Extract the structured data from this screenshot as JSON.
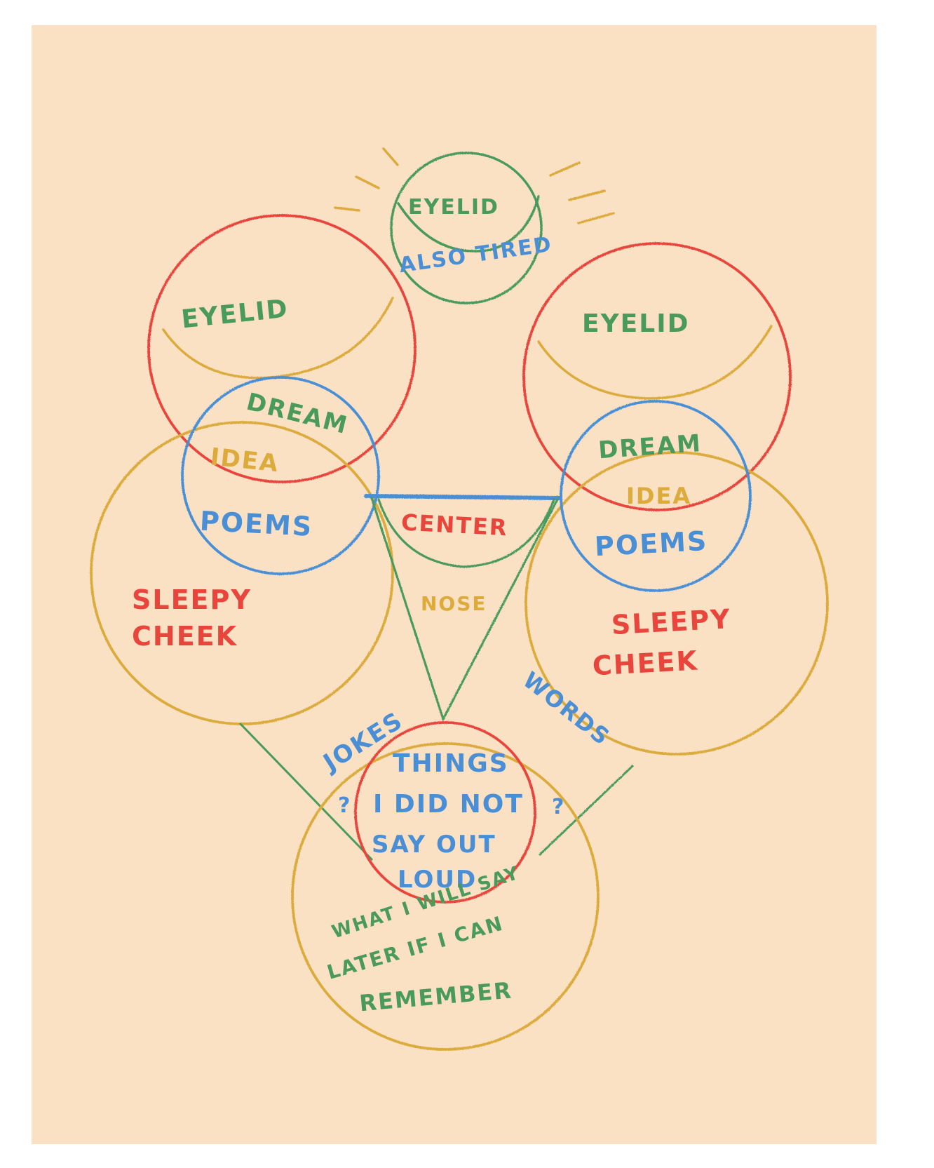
{
  "colors": {
    "paper": "#fbe1c4",
    "red": "#e8453c",
    "blue": "#4a8fd6",
    "green": "#4a9a5c",
    "yellow": "#dcab3c"
  },
  "labels": {
    "top_eyelid": "EYELID",
    "top_also_tired": "ALSO TIRED",
    "left_eyelid": "EYELID",
    "left_dream": "DREAM",
    "left_idea": "IDEA",
    "left_poems": "POEMS",
    "left_sleepy": "SLEEPY",
    "left_cheek": "CHEEK",
    "right_eyelid": "EYELID",
    "right_dream": "DREAM",
    "right_idea": "IDEA",
    "right_poems": "POEMS",
    "right_sleepy": "SLEEPY",
    "right_cheek": "CHEEK",
    "center": "CENTER",
    "nose": "NOSE",
    "jokes": "JOKES",
    "words": "WORDS",
    "mouth_line1": "THINGS",
    "mouth_line2": "I DID NOT",
    "mouth_line3": "SAY OUT",
    "mouth_line4": "LOUD",
    "question_left": "?",
    "question_right": "?",
    "later_line1": "WHAT I WILL SAY",
    "later_line2": "LATER IF I CAN",
    "later_line3": "REMEMBER"
  }
}
